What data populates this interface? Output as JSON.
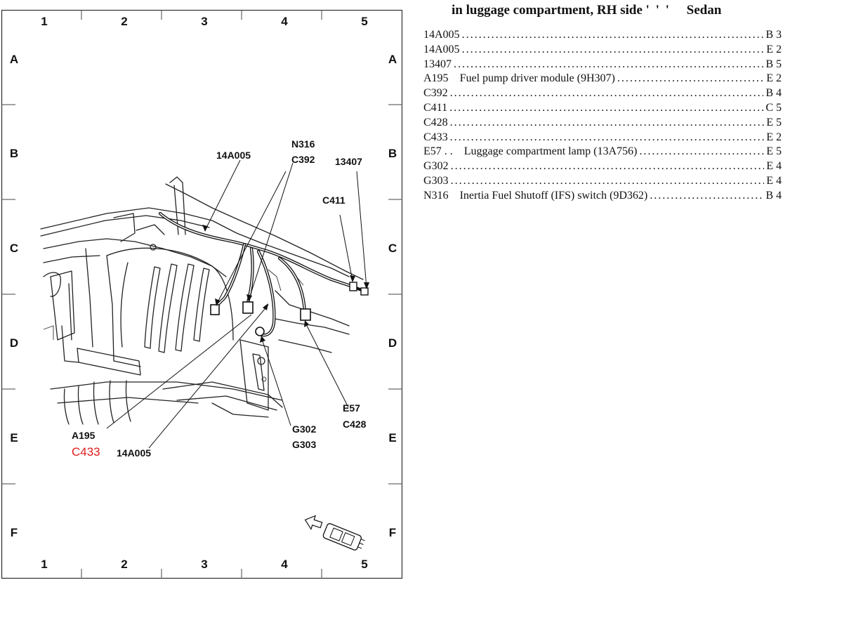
{
  "diagram": {
    "columns": [
      "1",
      "2",
      "3",
      "4",
      "5"
    ],
    "rows": [
      "A",
      "B",
      "C",
      "D",
      "E",
      "F"
    ],
    "callouts": {
      "harness_top": "14A005",
      "n316": "N316",
      "c392": "C392",
      "p13407": "13407",
      "c411": "C411",
      "e57": "E57",
      "c428": "C428",
      "g302": "G302",
      "g303": "G303",
      "a195": "A195",
      "c433": "C433",
      "harness_bottom": "14A005"
    },
    "colors": {
      "highlight": "#e11d1d",
      "ink": "#111111"
    },
    "orientation_icon": "vehicle-front-arrow-icon"
  },
  "index": {
    "title": "in luggage compartment, RH side",
    "title_marks": "' ' '",
    "title_model": "Sedan",
    "rows": [
      {
        "code": "14A005",
        "desc": "",
        "loc": "B 3"
      },
      {
        "code": "14A005",
        "desc": "",
        "loc": "E 2"
      },
      {
        "code": "13407",
        "desc": "",
        "loc": "B 5"
      },
      {
        "code": "A195",
        "desc": "Fuel pump driver module (9H307)",
        "loc": "E 2"
      },
      {
        "code": "C392",
        "desc": "",
        "loc": "B 4"
      },
      {
        "code": "C411",
        "desc": "",
        "loc": "C 5"
      },
      {
        "code": "C428",
        "desc": "",
        "loc": "E 5"
      },
      {
        "code": "C433",
        "desc": "",
        "loc": "E 2"
      },
      {
        "code": "E57 . .",
        "desc": "Luggage compartment lamp (13A756)",
        "loc": "E 5"
      },
      {
        "code": "G302",
        "desc": "",
        "loc": "E 4"
      },
      {
        "code": "G303",
        "desc": "",
        "loc": "E 4"
      },
      {
        "code": "N316",
        "desc": "Inertia Fuel Shutoff (IFS) switch (9D362)",
        "loc": "B 4"
      }
    ]
  }
}
